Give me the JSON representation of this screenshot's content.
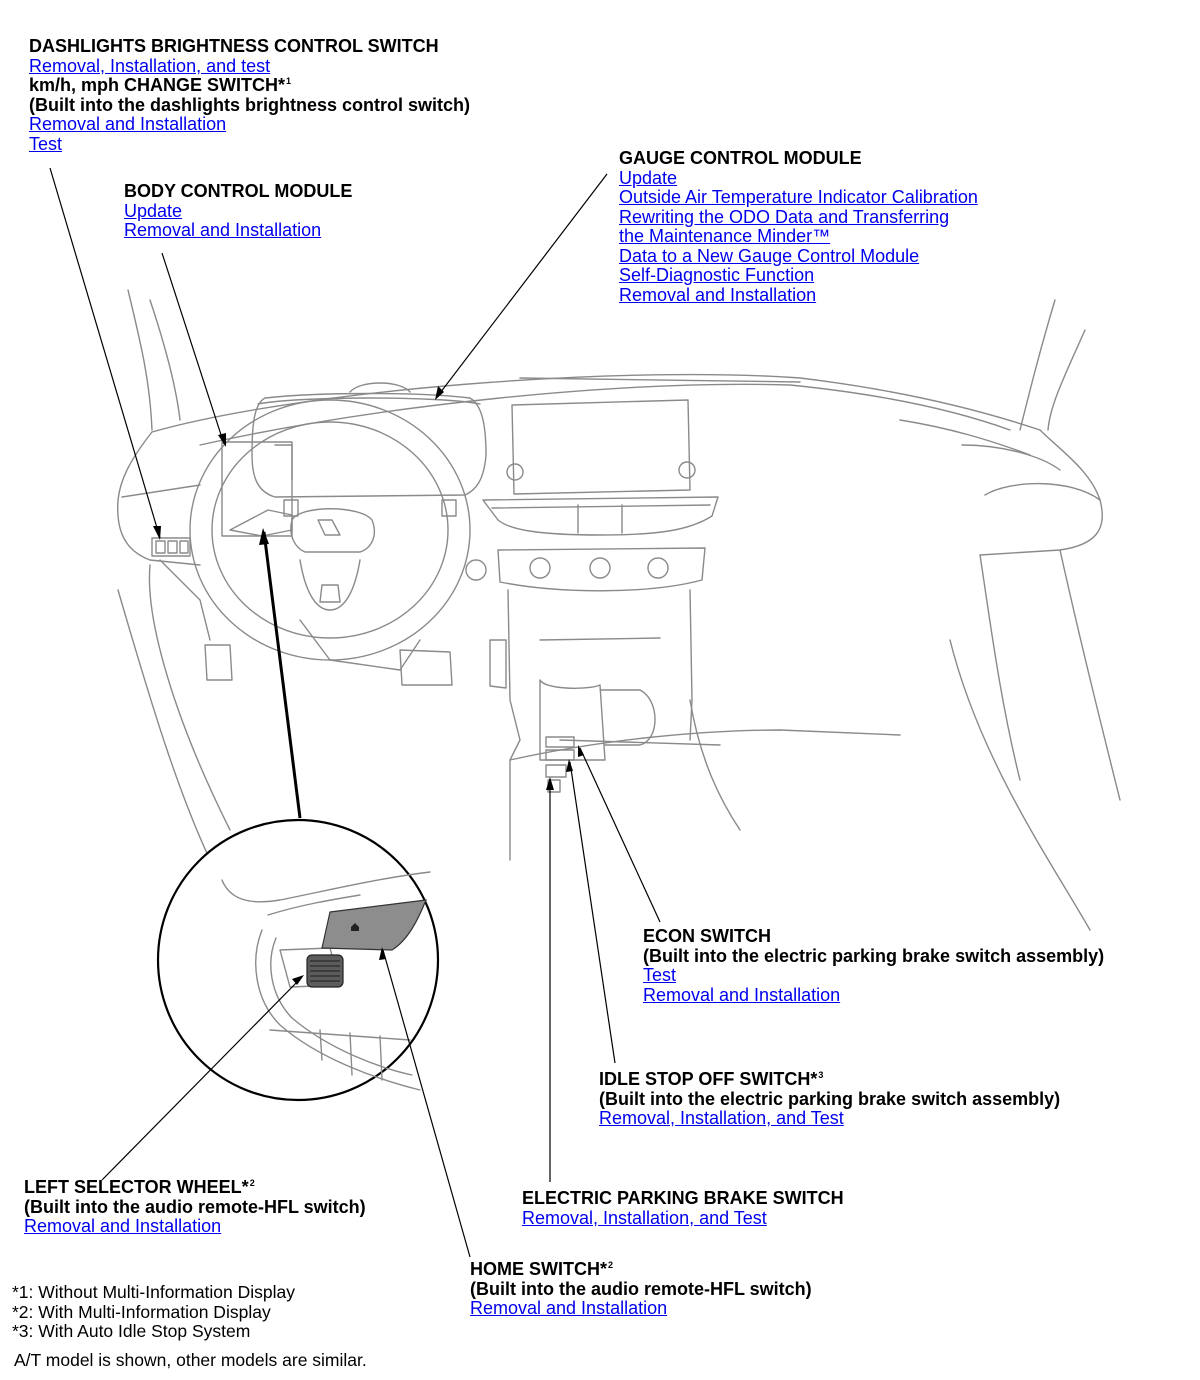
{
  "colors": {
    "link": "#0000ee",
    "text": "#000000",
    "drawing": "#8a8a8a"
  },
  "callouts": {
    "dashlights": {
      "title": "DASHLIGHTS BRIGHTNESS CONTROL SWITCH",
      "link1": "Removal, Installation, and test",
      "title2": "km/h, mph CHANGE SWITCH*",
      "title2_sup": "1",
      "subtitle": "(Built into the dashlights brightness control switch)",
      "link2": "Removal and Installation",
      "link3": "Test"
    },
    "bcm": {
      "title": "BODY CONTROL MODULE",
      "link1": "Update",
      "link2": "Removal and Installation"
    },
    "gcm": {
      "title": "GAUGE CONTROL MODULE",
      "link1": "Update",
      "link2": "Outside Air Temperature Indicator Calibration",
      "link3": "Rewriting the ODO Data and Transferring",
      "link3b": "the Maintenance Minder™",
      "link4": "Data to a New Gauge Control Module",
      "link5": "Self-Diagnostic Function",
      "link6": "Removal and Installation"
    },
    "econ": {
      "title": "ECON SWITCH",
      "subtitle": "(Built into the electric parking brake switch assembly)",
      "link1": "Test",
      "link2": "Removal and Installation"
    },
    "idle": {
      "title": "IDLE STOP OFF SWITCH*",
      "title_sup": "3",
      "subtitle": "(Built into the electric parking brake switch assembly)",
      "link1": "Removal, Installation, and Test"
    },
    "epb": {
      "title": "ELECTRIC PARKING BRAKE SWITCH",
      "link1": "Removal, Installation, and Test"
    },
    "left_selector": {
      "title": "LEFT SELECTOR WHEEL*",
      "title_sup": "2",
      "subtitle": "(Built into the audio remote-HFL switch)",
      "link1": "Removal and Installation"
    },
    "home": {
      "title": "HOME SWITCH*",
      "title_sup": "2",
      "subtitle": "(Built into the audio remote-HFL switch)",
      "link1": "Removal and Installation"
    }
  },
  "notes": [
    "*1: Without Multi-Information Display",
    "*2: With Multi-Information Display",
    "*3: With Auto Idle Stop System"
  ],
  "caption": "A/T model is shown, other models are similar."
}
